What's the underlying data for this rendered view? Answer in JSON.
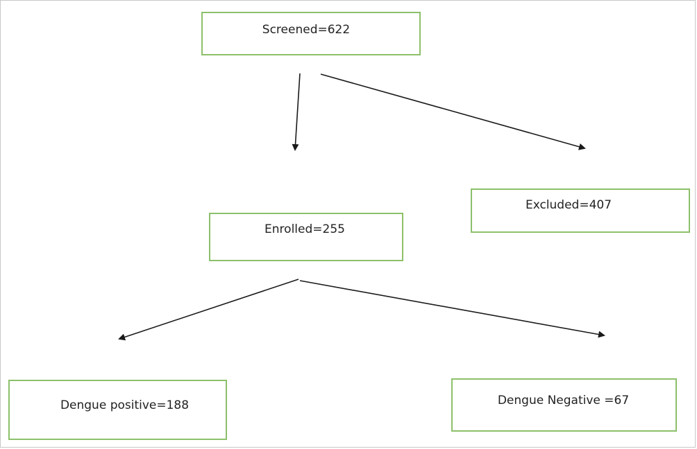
{
  "diagram": {
    "nodes": {
      "screened": "Screened=622",
      "enrolled": "Enrolled=255",
      "excluded": "Excluded=407",
      "positive": "Dengue positive=188",
      "negative": "Dengue Negative =67"
    },
    "edges": [
      {
        "from": "screened",
        "to": "enrolled"
      },
      {
        "from": "screened",
        "to": "excluded"
      },
      {
        "from": "enrolled",
        "to": "positive"
      },
      {
        "from": "enrolled",
        "to": "negative"
      }
    ],
    "colors": {
      "box_border": "#8cc06a",
      "arrow": "#1a1a1a",
      "text": "#222222"
    }
  }
}
